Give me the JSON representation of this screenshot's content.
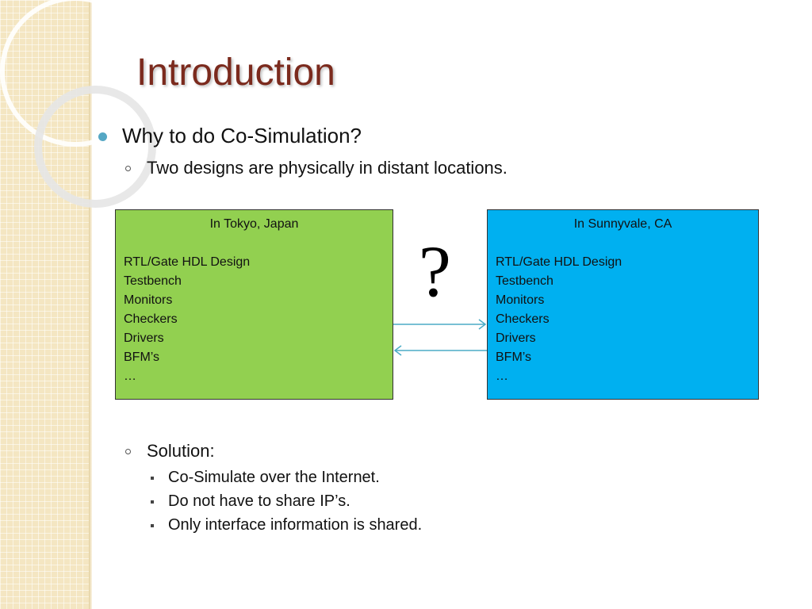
{
  "slide": {
    "title": "Introduction"
  },
  "bullets": {
    "level1": "Why to do Co-Simulation?",
    "level2_reason": "Two designs are physically in distant locations.",
    "level2_solution": "Solution:",
    "solution_points": [
      "Co-Simulate over the Internet.",
      "Do not have to share IP’s.",
      "Only interface information is shared."
    ]
  },
  "diagram": {
    "left_box": {
      "title": "In Tokyo, Japan",
      "items": [
        "RTL/Gate HDL Design",
        "Testbench",
        "Monitors",
        "Checkers",
        "Drivers",
        "BFM’s",
        "…"
      ],
      "color": "#92d050"
    },
    "right_box": {
      "title": "In Sunnyvale, CA",
      "items": [
        "RTL/Gate HDL Design",
        "Testbench",
        "Monitors",
        "Checkers",
        "Drivers",
        "BFM’s",
        "…"
      ],
      "color": "#00b0f0"
    },
    "question_mark": "?",
    "arrow_color": "#4bacc6"
  },
  "theme": {
    "title_color": "#7b2a1d",
    "bullet_color": "#55a7c4",
    "strip_color": "#f4e6c2"
  }
}
